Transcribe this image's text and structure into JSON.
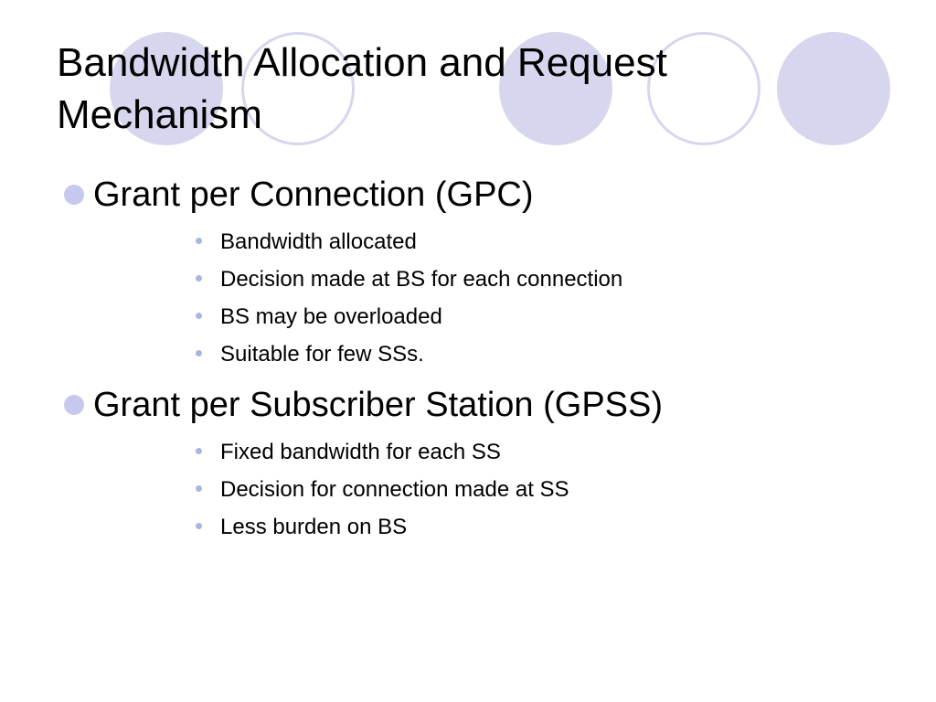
{
  "slide": {
    "title_line1": "Bandwidth Allocation and Request",
    "title_line2": "Mechanism",
    "sections": [
      {
        "heading": "Grant per Connection (GPC)",
        "items": [
          "Bandwidth allocated",
          "Decision made at BS for each connection",
          "BS may be overloaded",
          "Suitable for few SSs."
        ]
      },
      {
        "heading": "Grant per Subscriber Station (GPSS)",
        "items": [
          "Fixed bandwidth for each SS",
          "Decision for connection made at SS",
          "Less burden on BS"
        ]
      }
    ]
  },
  "colors": {
    "circle": "#d6d6ef",
    "bullet_main": "#c7c8ee",
    "bullet_sub": "#a9b6de",
    "text": "#000000",
    "background": "#ffffff"
  }
}
